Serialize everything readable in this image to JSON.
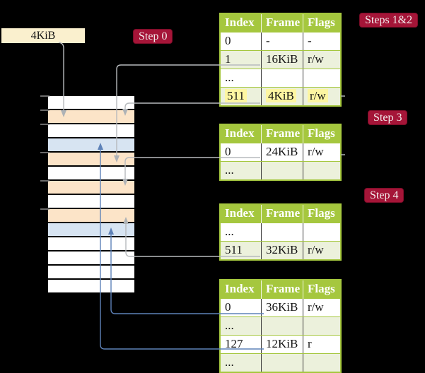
{
  "frame_size_box": {
    "label": "4KiB"
  },
  "step_labels": {
    "step0": "Step 0",
    "steps12": "Steps 1&2",
    "step3": "Step 3",
    "step4": "Step 4"
  },
  "page_tables": [
    {
      "name": "table-steps-1-2",
      "header": [
        "Index",
        "Frame",
        "Flags"
      ],
      "rows": [
        {
          "cells": [
            "0",
            "-",
            "-"
          ]
        },
        {
          "cells": [
            "1",
            "16KiB",
            "r/w"
          ]
        },
        {
          "cells": [
            "...",
            "",
            ""
          ]
        },
        {
          "cells": [
            "511",
            "4KiB",
            "r/w"
          ],
          "highlighted": true
        }
      ]
    },
    {
      "name": "table-step-3",
      "header": [
        "Index",
        "Frame",
        "Flags"
      ],
      "rows": [
        {
          "cells": [
            "0",
            "24KiB",
            "r/w"
          ]
        },
        {
          "cells": [
            "...",
            "",
            ""
          ]
        }
      ]
    },
    {
      "name": "table-step-4",
      "header": [
        "Index",
        "Frame",
        "Flags"
      ],
      "rows": [
        {
          "cells": [
            "...",
            "",
            ""
          ]
        },
        {
          "cells": [
            "511",
            "32KiB",
            "r/w"
          ]
        }
      ]
    },
    {
      "name": "table-level-1",
      "header": [
        "Index",
        "Frame",
        "Flags"
      ],
      "rows": [
        {
          "cells": [
            "0",
            "36KiB",
            "r/w"
          ]
        },
        {
          "cells": [
            "...",
            "",
            ""
          ]
        },
        {
          "cells": [
            "127",
            "12KiB",
            "r"
          ]
        },
        {
          "cells": [
            "...",
            "",
            ""
          ]
        }
      ]
    }
  ],
  "memory_column": {
    "frame_height_label": "4KiB",
    "rows": [
      {
        "color": "white"
      },
      {
        "color": "peach"
      },
      {
        "color": "white"
      },
      {
        "color": "blue"
      },
      {
        "color": "peach"
      },
      {
        "color": "white"
      },
      {
        "color": "peach"
      },
      {
        "color": "white"
      },
      {
        "color": "peach"
      },
      {
        "color": "blue"
      },
      {
        "color": "white"
      },
      {
        "color": "white"
      },
      {
        "color": "white"
      },
      {
        "color": "white"
      }
    ]
  },
  "colors": {
    "background": "#000000",
    "table_header_green": "#a5c73e",
    "table_shade_green": "#ecf1dc",
    "frame_peach": "#fce4c8",
    "frame_blue": "#d7e4f2",
    "label_crimson": "#a51538",
    "box_cream": "#faf0ce",
    "highlight_yellow": "#fdf6a2",
    "arrow_gray": "#b7babd",
    "arrow_blue": "#5e82b8"
  }
}
